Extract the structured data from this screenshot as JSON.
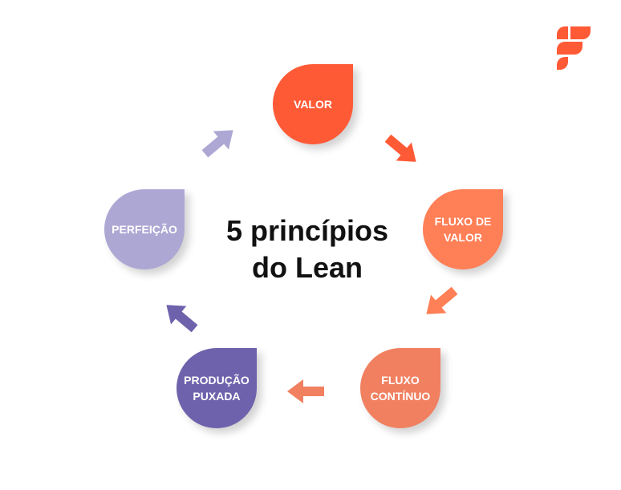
{
  "title": {
    "line1": "5 princípios",
    "line2": "do Lean"
  },
  "logo": {
    "icon": "f-brand-logo-icon",
    "color": "#ff5a36"
  },
  "steps": [
    {
      "label": "VALOR",
      "color": "#ff5a36"
    },
    {
      "label": "FLUXO DE\nVALOR",
      "color": "#ff7f56"
    },
    {
      "label": "FLUXO\nCONTÍNUO",
      "color": "#f08060"
    },
    {
      "label": "PRODUÇÃO\nPUXADA",
      "color": "#6e62ac"
    },
    {
      "label": "PERFEIÇÃO",
      "color": "#ada7d4"
    }
  ],
  "arrows": [
    {
      "from": "VALOR",
      "to": "FLUXO DE VALOR",
      "color": "#ff5a36"
    },
    {
      "from": "FLUXO DE VALOR",
      "to": "FLUXO CONTÍNUO",
      "color": "#ff7f56"
    },
    {
      "from": "FLUXO CONTÍNUO",
      "to": "PRODUÇÃO PUXADA",
      "color": "#f08060"
    },
    {
      "from": "PRODUÇÃO PUXADA",
      "to": "PERFEIÇÃO",
      "color": "#6e62ac"
    },
    {
      "from": "PERFEIÇÃO",
      "to": "VALOR",
      "color": "#ada7d4"
    }
  ]
}
